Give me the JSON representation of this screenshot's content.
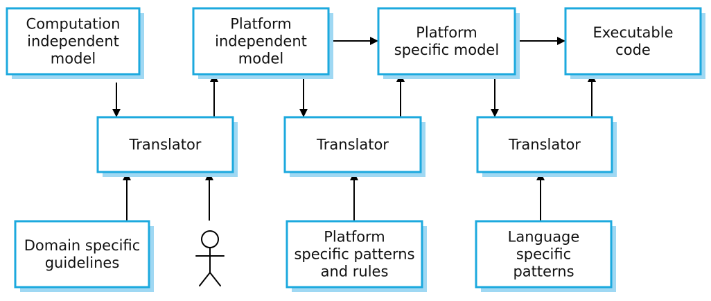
{
  "colors": {
    "box_border": "#1ca9de",
    "box_shadow": "#9fd8f3",
    "box_fill": "#ffffff",
    "arrow": "#000000",
    "text": "#111111"
  },
  "nodes": {
    "cim": {
      "lines": [
        "Computation",
        "independent",
        "model"
      ]
    },
    "pim": {
      "lines": [
        "Platform",
        "independent",
        "model"
      ]
    },
    "psm": {
      "lines": [
        "Platform",
        "specific model"
      ]
    },
    "code": {
      "lines": [
        "Executable",
        "code"
      ]
    },
    "translator1": {
      "lines": [
        "Translator"
      ]
    },
    "translator2": {
      "lines": [
        "Translator"
      ]
    },
    "translator3": {
      "lines": [
        "Translator"
      ]
    },
    "domain_guidelines": {
      "lines": [
        "Domain specific",
        "guidelines"
      ]
    },
    "platform_patterns": {
      "lines": [
        "Platform",
        "specific patterns",
        "and rules"
      ]
    },
    "language_patterns": {
      "lines": [
        "Language",
        "specific",
        "patterns"
      ]
    }
  },
  "actor": {
    "icon": "stick-figure-icon"
  }
}
